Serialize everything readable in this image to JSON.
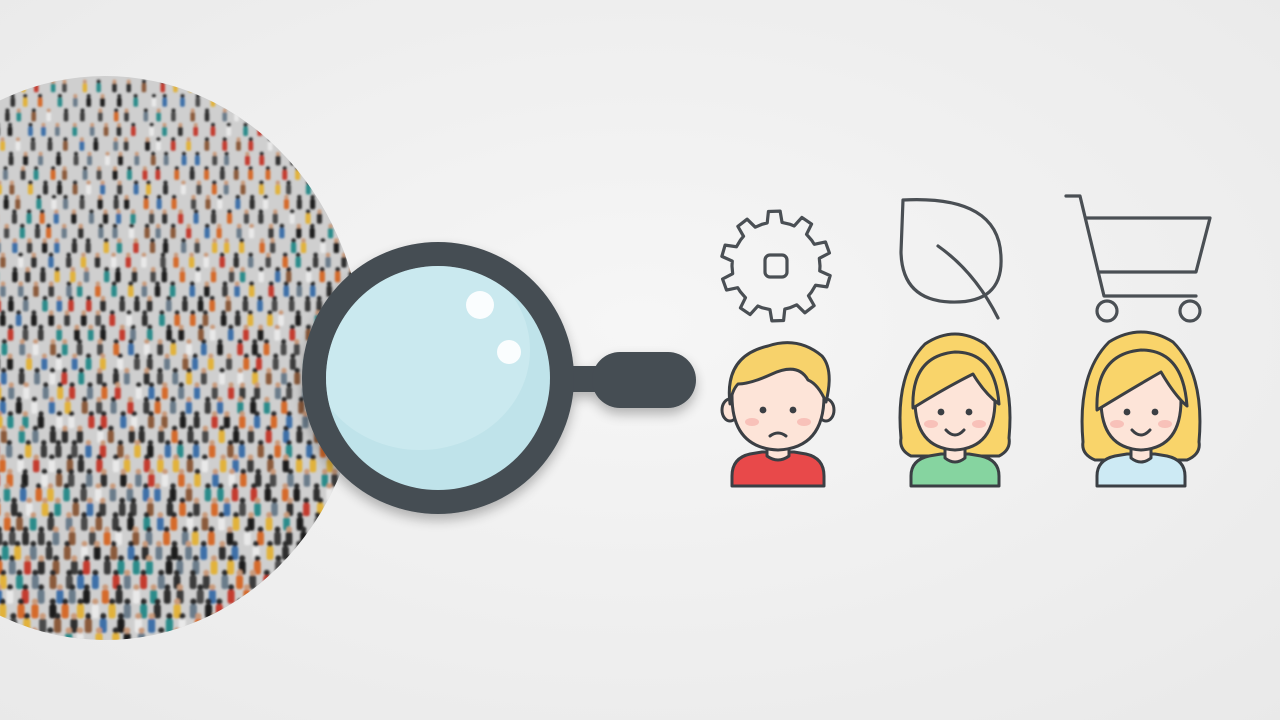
{
  "illustration": {
    "background_color": "#f1f1f1",
    "crowd": {
      "icon": "crowd-photo",
      "ground_color": "#cfcfcf",
      "person_colors": [
        "#1d1d1d",
        "#2f2f2f",
        "#3b3b3b",
        "#c43a2e",
        "#2c8b8a",
        "#e2b23a",
        "#e9e9e9",
        "#6a7b8a",
        "#8a5a3a",
        "#d56a2a",
        "#3d6fa8",
        "#4a4a4a"
      ]
    },
    "magnifier": {
      "icon": "magnifying-glass-icon",
      "frame_color": "#454d53",
      "lens_color": "#bfe3ea",
      "highlight_color": "#ffffff"
    },
    "segments": [
      {
        "id": "tech-segment",
        "interest_icon": "gear-icon",
        "person_icon": "man-avatar-icon",
        "hair_color": "#f7d26b",
        "shirt_color": "#e8494a",
        "expression": "neutral"
      },
      {
        "id": "eco-segment",
        "interest_icon": "leaf-icon",
        "person_icon": "woman-avatar-icon",
        "hair_color": "#f9d46a",
        "shirt_color": "#86d4a0",
        "expression": "smile"
      },
      {
        "id": "shopping-segment",
        "interest_icon": "shopping-cart-icon",
        "person_icon": "woman-avatar-icon",
        "hair_color": "#f9d46a",
        "shirt_color": "#cdeaf4",
        "expression": "smile"
      }
    ],
    "colors": {
      "line_icon_stroke": "#4a4f54",
      "skin": "#fde4d8",
      "cheek": "#f6b8b2",
      "avatar_outline": "#3b3f44"
    }
  }
}
